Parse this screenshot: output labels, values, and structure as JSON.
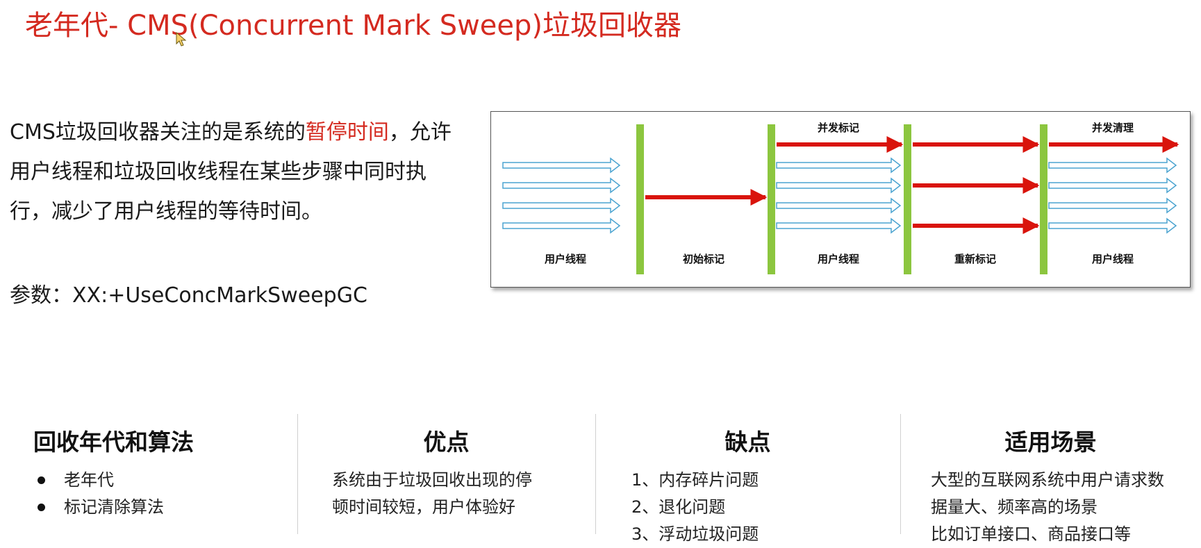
{
  "slide": {
    "title": "老年代- CMS(Concurrent Mark Sweep)垃圾回收器",
    "desc_part1": "CMS垃圾回收器关注的是系统的",
    "desc_highlight": "暂停时间",
    "desc_part2": "，允许用户线程和垃圾回收线程在某些步骤中同时执行，减少了用户线程的等待时间。",
    "param": "参数：XX:+UseConcMarkSweepGC"
  },
  "diagram": {
    "top_labels": [
      "并发标记",
      "并发清理"
    ],
    "bottom_labels": [
      "用户线程",
      "初始标记",
      "用户线程",
      "重新标记",
      "用户线程"
    ]
  },
  "columns": [
    {
      "title": "回收年代和算法",
      "items": [
        "老年代",
        "标记清除算法"
      ]
    },
    {
      "title": "优点",
      "lines": [
        "系统由于垃圾回收出现的停",
        "顿时间较短，用户体验好"
      ]
    },
    {
      "title": "缺点",
      "items": [
        "1、内存碎片问题",
        "2、退化问题",
        "3、浮动垃圾问题"
      ]
    },
    {
      "title": "适用场景",
      "lines": [
        "大型的互联网系统中用户请求数",
        "据量大、频率高的场景",
        "比如订单接口、商品接口等"
      ]
    }
  ],
  "colors": {
    "title_red": "#d42a20",
    "arrow_red": "#d9140c",
    "arrow_blue": "#4aa3d0",
    "phase_bar_green": "#8cc63f"
  },
  "icons": [
    "cursor-icon"
  ]
}
